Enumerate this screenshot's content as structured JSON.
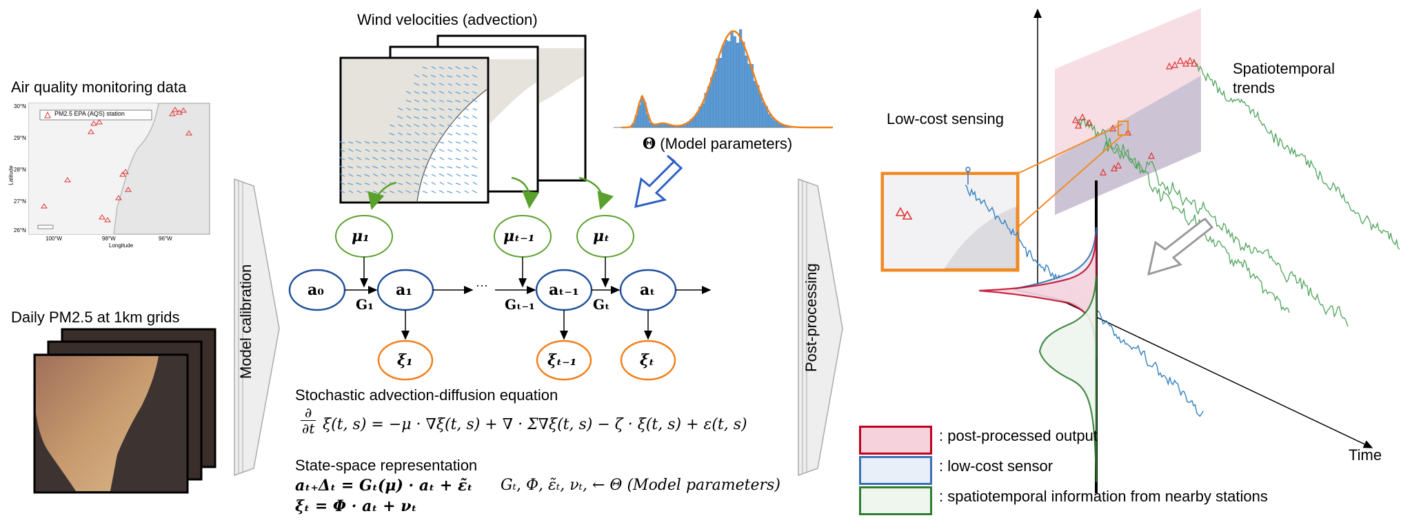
{
  "left": {
    "aq_title": "Air quality monitoring data",
    "aq_legend": "PM2.5 EPA (AQS) station",
    "aq_lat_ticks": [
      "30°N",
      "29°N",
      "28°N",
      "27°N",
      "26°N"
    ],
    "aq_lon_ticks": [
      "100°W",
      "98°W",
      "96°W"
    ],
    "aq_xlabel": "Longitude",
    "aq_ylabel": "Latitude",
    "pm_title": "Daily PM2.5 at 1km grids"
  },
  "arrows": {
    "calibration": "Model calibration",
    "postprocessing": "Post-processing"
  },
  "middle": {
    "wind_title": "Wind velocities (advection)",
    "theta_label": "(Model parameters)",
    "theta_symbol": "Θ",
    "mu_nodes": [
      "μ₁",
      "μₜ₋₁",
      "μₜ"
    ],
    "a_nodes": [
      "a₀",
      "a₁",
      "aₜ₋₁",
      "aₜ"
    ],
    "xi_nodes": [
      "ξ₁",
      "ξₜ₋₁",
      "ξₜ"
    ],
    "g_labels": [
      "G₁",
      "Gₜ₋₁",
      "Gₜ"
    ],
    "ellipsis": "···",
    "sade_title": "Stochastic advection-diffusion equation",
    "sade_eq": "ξ(t, s) = −μ · ∇ξ(t, s) + ∇ · Σ∇ξ(t, s) − ζ · ξ(t, s) + ε(t, s)",
    "sade_frac_num": "∂",
    "sade_frac_den": "∂t",
    "ss_title": "State-space representation",
    "ss_eq1": "aₜ₊Δₜ = Gₜ(μ) · aₜ + ε̃ₜ",
    "ss_eq2": "Gₜ, Φ, ε̃ₜ, νₜ, ← Θ (Model parameters)",
    "ss_eq3": "ξₜ = Φ · aₜ + νₜ"
  },
  "right": {
    "lowcost_title": "Low-cost sensing",
    "trends_title": "Spatiotemporal trends",
    "time_label": "Time"
  },
  "legend": {
    "items": [
      {
        "label": ": post-processed output",
        "border": "#c00020",
        "fill": "#f6d3dc"
      },
      {
        "label": ": low-cost sensor",
        "border": "#3b6fb0",
        "fill": "#e8eff8"
      },
      {
        "label": ": spatiotemporal information from nearby stations",
        "border": "#2e7d32",
        "fill": "#eef6ee"
      }
    ]
  },
  "colors": {
    "blue_node": "#1f4e9c",
    "green_node": "#5aa02c",
    "orange_node": "#f07f19",
    "theta_arrow": "#2f5fc4",
    "hist_bar": "#5b9bd5",
    "hist_curve": "#f07f19",
    "trend_green": "#4ea35a",
    "trend_blue": "#2f7fc1"
  }
}
